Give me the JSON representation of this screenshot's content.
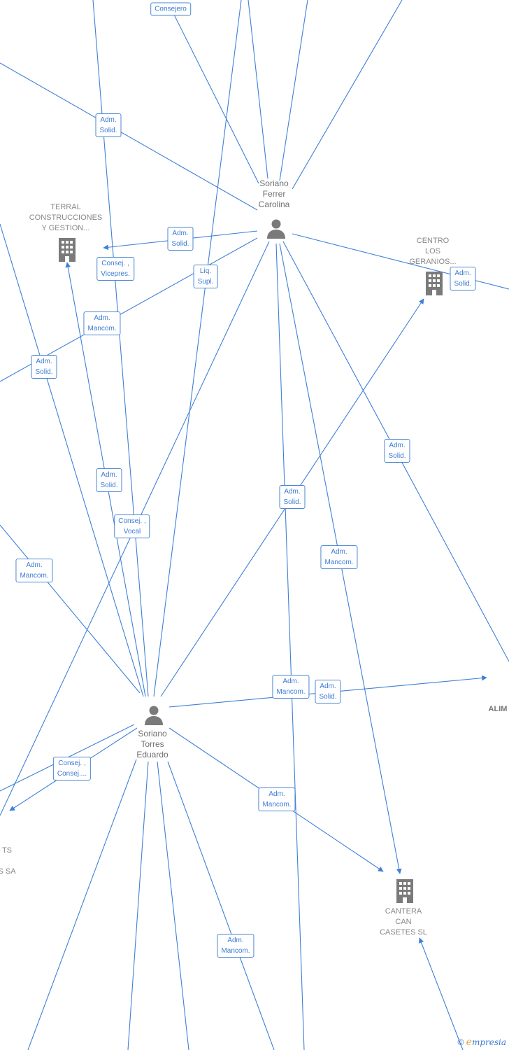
{
  "nodes": {
    "soriano_ferrer": {
      "label": "Soriano\nFerrer\nCarolina"
    },
    "soriano_torres": {
      "label": "Soriano\nTorres\nEduardo"
    },
    "terral": {
      "label": "TERRAL\nCONSTRUCCIONES\nY GESTION..."
    },
    "centro": {
      "label": "CENTRO\nLOS\nGERANIOS..."
    },
    "cantera": {
      "label": "CANTERA\nCAN\nCASETES  SL"
    },
    "alim": {
      "label": "ALIM"
    },
    "left_partial": {
      "label": "TS\n\nS SA"
    }
  },
  "edge_labels": {
    "consejero": "Consejero",
    "adm_solid_1": "Adm.\nSolid.",
    "adm_solid_2": "Adm.\nSolid.",
    "consej_vicepres": "Consej. ,\nVicepres.",
    "liq_supl": "Liq.\nSupl.",
    "adm_mancom_1": "Adm.\nMancom.",
    "adm_solid_3": "Adm.\nSolid.",
    "adm_solid_centro": "Adm.\nSolid.",
    "adm_solid_4": "Adm.\nSolid.",
    "adm_solid_5": "Adm.\nSolid.",
    "consej_vocal": "Consej. ,\nVocal",
    "adm_solid_6": "Adm.\nSolid.",
    "adm_mancom_2": "Adm.\nMancom.",
    "adm_mancom_3": "Adm.\nMancom.",
    "adm_mancom_4": "Adm.\nMancom.",
    "adm_solid_7": "Adm.\nSolid.",
    "consej_consej": "Consej. ,\nConsej....",
    "adm_mancom_5": "Adm.\nMancom.",
    "adm_mancom_6": "Adm.\nMancom."
  },
  "footer": {
    "copyright": "©",
    "brand_e": "e",
    "brand_rest": "mpresia"
  },
  "colors": {
    "edge": "#3f80d6",
    "icon": "#7a7a7a",
    "label": "#888888"
  }
}
